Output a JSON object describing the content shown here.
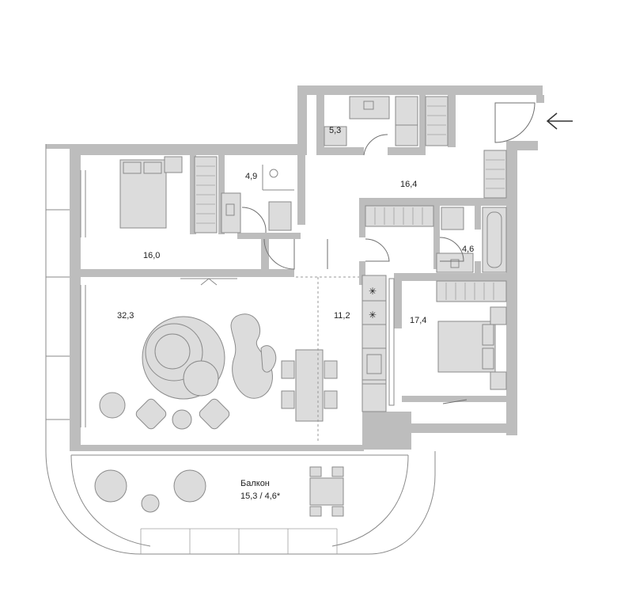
{
  "rooms": [
    {
      "id": "bathroom-top",
      "area": "5,3"
    },
    {
      "id": "bathroom-small",
      "area": "4,9"
    },
    {
      "id": "hallway",
      "area": "16,4"
    },
    {
      "id": "bedroom-left",
      "area": "16,0"
    },
    {
      "id": "bathroom-right",
      "area": "4,6"
    },
    {
      "id": "living-room",
      "area": "32,3"
    },
    {
      "id": "kitchen",
      "area": "11,2"
    },
    {
      "id": "bedroom-right",
      "area": "17,4"
    }
  ],
  "balcony": {
    "label": "Балкон",
    "area": "15,3 / 4,6*"
  },
  "entrance_icon": "arrow-left-icon",
  "colors": {
    "wall": "#bdbdbd",
    "furniture": "#dcdcdc",
    "outline": "#8a8a8a"
  }
}
